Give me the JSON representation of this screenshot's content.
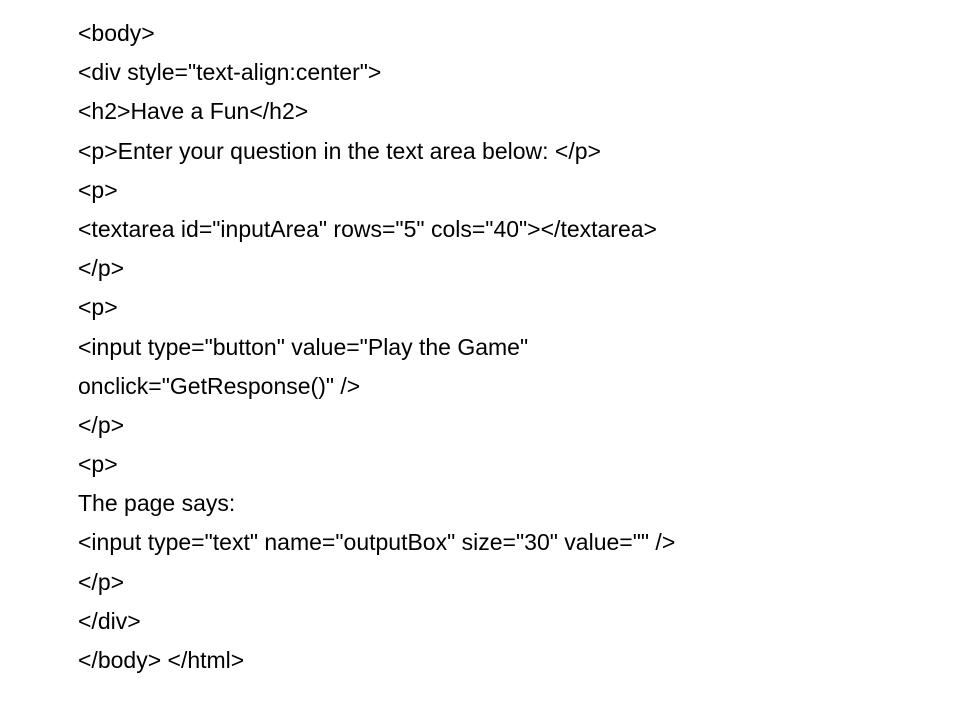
{
  "slide": {
    "lines": [
      "<body>",
      "<div style=\"text-align:center\">",
      "<h2>Have a Fun</h2>",
      "<p>Enter your question in the text area below: </p>",
      "<p>",
      "<textarea id=\"inputArea\" rows=\"5\" cols=\"40\"></textarea>",
      "</p>",
      "<p>",
      "<input type=\"button\" value=\"Play the Game\"",
      "onclick=\"GetResponse()\" />",
      "</p>",
      "<p>",
      "The page says:",
      "<input type=\"text\" name=\"outputBox\" size=\"30\" value=\"\" />",
      "</p>",
      "</div>",
      "</body> </html>"
    ]
  }
}
